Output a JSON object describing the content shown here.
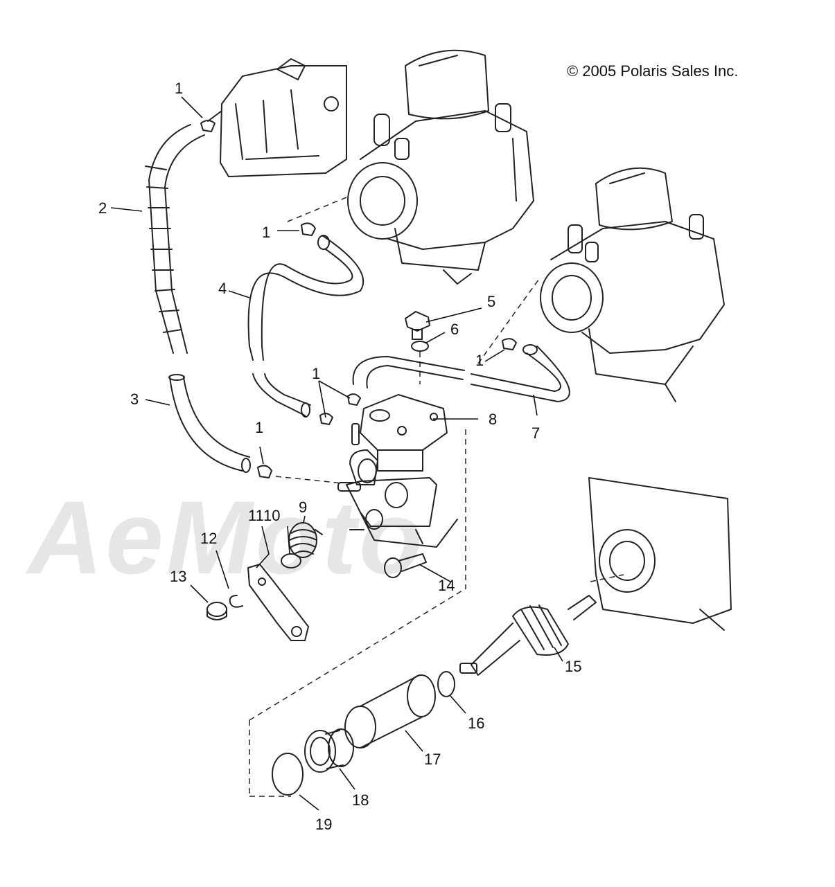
{
  "copyright": "© 2005 Polaris Sales Inc.",
  "watermark": "AeMoto",
  "callouts": [
    {
      "number": "1"
    },
    {
      "number": "1"
    },
    {
      "number": "1"
    },
    {
      "number": "1"
    },
    {
      "number": "1"
    },
    {
      "number": "2"
    },
    {
      "number": "3"
    },
    {
      "number": "4"
    },
    {
      "number": "5"
    },
    {
      "number": "6"
    },
    {
      "number": "7"
    },
    {
      "number": "8"
    },
    {
      "number": "9"
    },
    {
      "number": "10"
    },
    {
      "number": "11"
    },
    {
      "number": "12"
    },
    {
      "number": "13"
    },
    {
      "number": "14"
    },
    {
      "number": "15"
    },
    {
      "number": "16"
    },
    {
      "number": "17"
    },
    {
      "number": "18"
    },
    {
      "number": "19"
    }
  ]
}
